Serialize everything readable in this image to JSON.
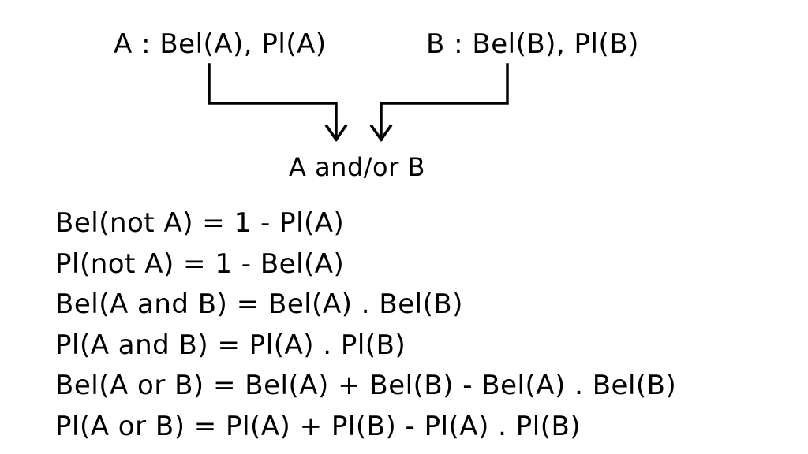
{
  "diagram": {
    "node_a": "A :  Bel(A), Pl(A)",
    "node_b": "B : Bel(B), Pl(B)",
    "result": "A and/or B"
  },
  "formulas": [
    "Bel(not A) = 1 - Pl(A)",
    "Pl(not A) = 1 - Bel(A)",
    "Bel(A and B) = Bel(A) . Bel(B)",
    "Pl(A and B) = Pl(A) . Pl(B)",
    "Bel(A or B) = Bel(A) + Bel(B) - Bel(A) . Bel(B)",
    "Pl(A or B) = Pl(A) + Pl(B) - Pl(A) . Pl(B)"
  ]
}
